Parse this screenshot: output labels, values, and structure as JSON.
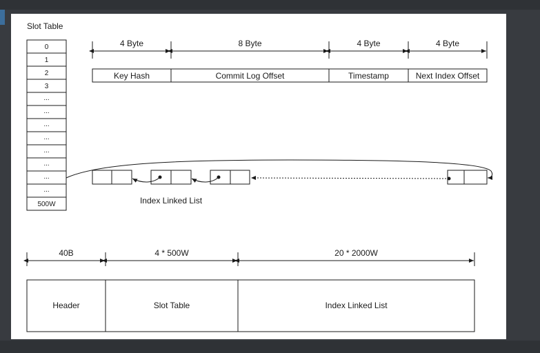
{
  "slot_table": {
    "title": "Slot Table",
    "cells": [
      "0",
      "1",
      "2",
      "3",
      "...",
      "...",
      "...",
      "...",
      "...",
      "...",
      "...",
      "...",
      "500W"
    ]
  },
  "entry": {
    "sizes": [
      "4 Byte",
      "8 Byte",
      "4 Byte",
      "4 Byte"
    ],
    "fields": [
      "Key Hash",
      "Commit Log Offset",
      "Timestamp",
      "Next Index Offset"
    ]
  },
  "linked_list": {
    "label": "Index Linked List"
  },
  "file_layout": {
    "sizes": [
      "40B",
      "4 * 500W",
      "20 * 2000W"
    ],
    "sections": [
      "Header",
      "Slot Table",
      "Index Linked List"
    ]
  }
}
